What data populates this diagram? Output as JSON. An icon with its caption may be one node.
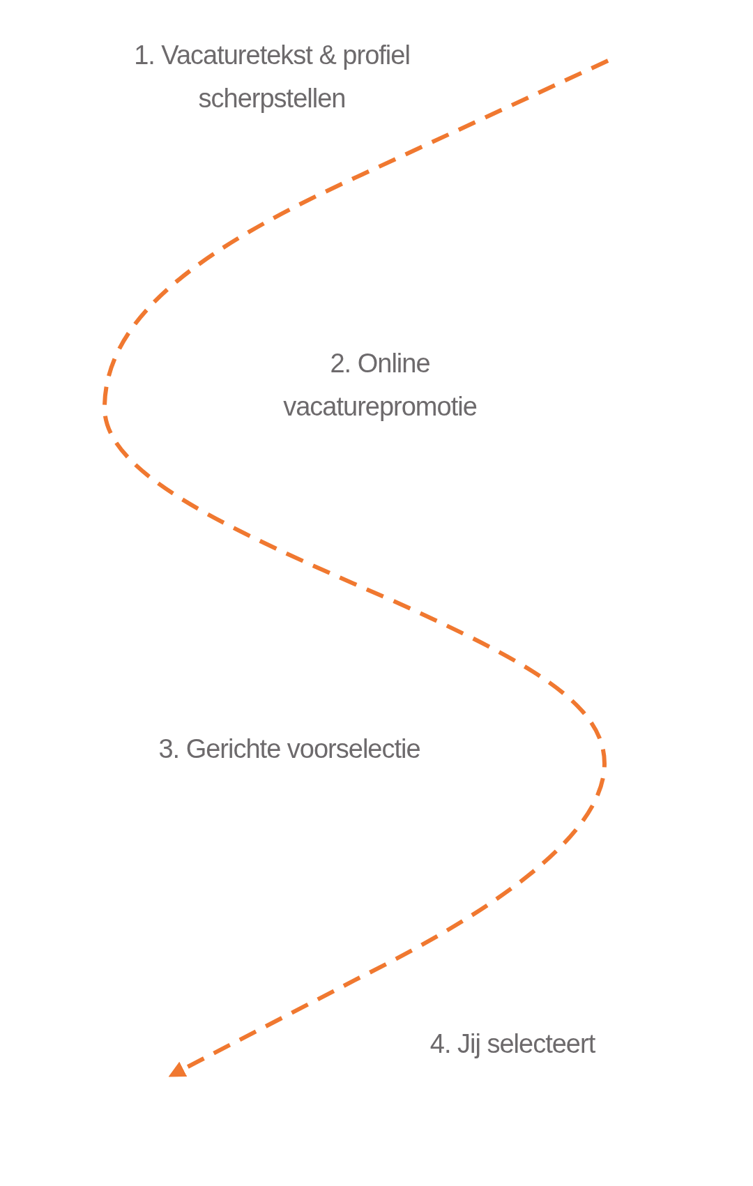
{
  "diagram": {
    "labels": [
      "1. Vacaturetekst & profiel scherpstellen",
      "2. Online vacaturepromotie",
      "3. Gerichte voorselectie",
      "4. Jij selecteert"
    ]
  }
}
